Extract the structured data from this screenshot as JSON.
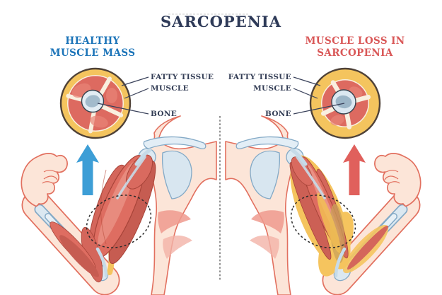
{
  "page": {
    "title": "SARCOPENIA",
    "background_color": "#ffffff",
    "divider_style": "vertical dashed line between panels"
  },
  "panels": {
    "left": {
      "heading_line1": "HEALTHY",
      "heading_line2": "MUSCLE MASS",
      "heading_color": "#1a73b8",
      "arrow_icon": "up-arrow-icon",
      "arrow_direction": "up",
      "arrow_color": "#3d9ed6",
      "arrow_meaning": "large healthy muscle volume",
      "cross_section_labels": {
        "fatty_tissue": "FATTY TISSUE",
        "muscle": "MUSCLE",
        "bone": "BONE"
      },
      "illustration": "flexed arm with full red muscles, thin fatty layer, dashed focus ellipse on upper arm"
    },
    "right": {
      "heading_line1": "MUSCLE LOSS IN",
      "heading_line2": "SARCOPENIA",
      "heading_color": "#d95757",
      "arrow_icon": "up-arrow-icon",
      "arrow_direction": "up",
      "arrow_color": "#e0605c",
      "arrow_meaning": "increased fat / muscle loss",
      "cross_section_labels": {
        "fatty_tissue": "FATTY TISSUE",
        "muscle": "MUSCLE",
        "bone": "BONE"
      },
      "illustration": "flexed arm with thin atrophied muscles surrounded by yellow fatty tissue, dashed focus ellipse on upper arm"
    }
  },
  "colors": {
    "title_text": "#2e3a58",
    "label_text": "#333d55",
    "fatty_tissue": "#f4c45e",
    "muscle_red": "#dd6a60",
    "muscle_dark": "#a84439",
    "bone_fill": "#dce9f2",
    "bone_core": "#a3bbcc",
    "skin_fill": "#fce5d8",
    "skin_outline": "#e2705f",
    "skeleton_blue": "#83a9c6"
  }
}
